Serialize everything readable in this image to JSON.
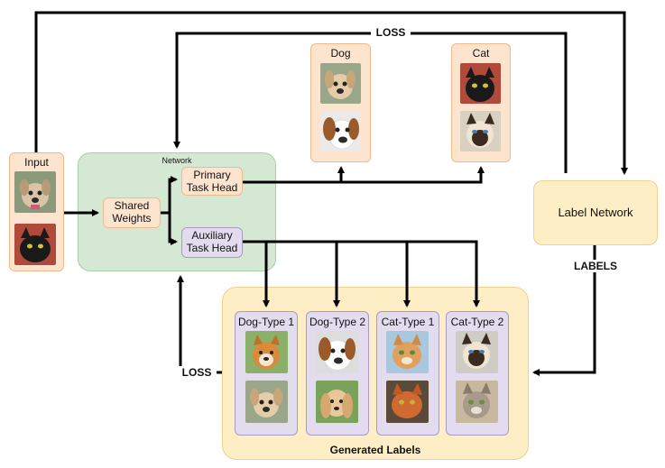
{
  "loss_top": "LOSS",
  "loss_bottom": "LOSS",
  "labels_text": "LABELS",
  "input": {
    "title": "Input"
  },
  "network": {
    "title": "Network",
    "shared": "Shared\nWeights",
    "primary": "Primary\nTask Head",
    "auxiliary": "Auxiliary\nTask Head"
  },
  "dog": {
    "title": "Dog"
  },
  "cat": {
    "title": "Cat"
  },
  "label_network": "Label Network",
  "generated": {
    "title": "Generated Labels",
    "columns": [
      {
        "title": "Dog-Type 1"
      },
      {
        "title": "Dog-Type 2"
      },
      {
        "title": "Cat-Type 1"
      },
      {
        "title": "Cat-Type 2"
      }
    ]
  },
  "colors": {
    "peach_box": "#fde4cf",
    "cream_box": "#fdeec5",
    "network_green": "#d5e8d4",
    "purple_column": "#e3dcef",
    "arrow": "#000000"
  }
}
